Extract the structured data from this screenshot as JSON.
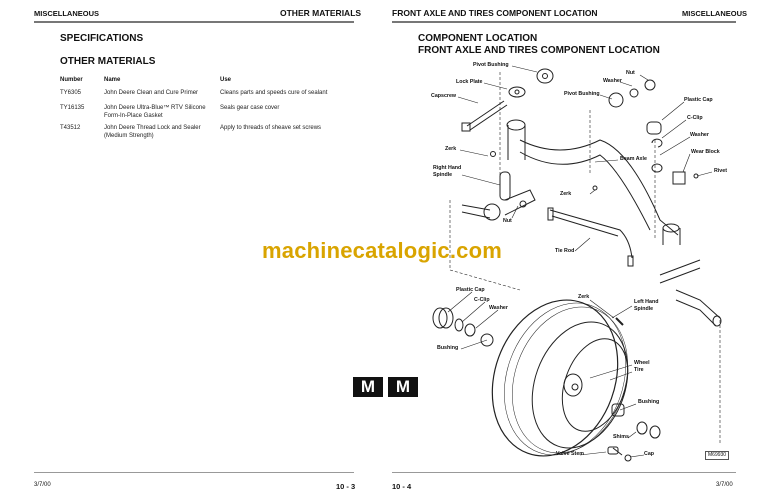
{
  "left_page": {
    "header_left": "MISCELLANEOUS",
    "header_right": "OTHER MATERIALS",
    "title": "SPECIFICATIONS",
    "subtitle": "OTHER MATERIALS",
    "table": {
      "headers": [
        "Number",
        "Name",
        "Use"
      ],
      "rows": [
        {
          "number": "TY6305",
          "name": "John Deere Clean and Cure Primer",
          "use": "Cleans parts and speeds cure of sealant"
        },
        {
          "number": "TY16135",
          "name": "John Deere Ultra-Blue™ RTV Silicone Form-In-Place Gasket",
          "use": "Seals gear case cover"
        },
        {
          "number": "T43512",
          "name": "John Deere Thread Lock and Sealer (Medium Strength)",
          "use": "Apply to threads of sheave set screws"
        }
      ]
    },
    "footer_date": "3/7/00",
    "page_number": "10 - 3"
  },
  "right_page": {
    "header_left": "FRONT AXLE AND TIRES COMPONENT LOCATION",
    "header_right": "MISCELLANEOUS",
    "title": "COMPONENT LOCATION",
    "subtitle": "FRONT AXLE AND TIRES COMPONENT LOCATION",
    "labels": {
      "pivot_bushing_1": "Pivot Bushing",
      "nut_1": "Nut",
      "lock_plate": "Lock Plate",
      "washer_1": "Washer",
      "capscrew": "Capscrew",
      "pivot_bushing_2": "Pivot Bushing",
      "plastic_cap_1": "Plastic Cap",
      "c_clip_1": "C-Clip",
      "washer_2": "Washer",
      "zerk_1": "Zerk",
      "wear_block": "Wear Block",
      "beam_axle": "Beam Axle",
      "rivet": "Rivet",
      "right_spindle_1": "Right Hand",
      "right_spindle_2": "Spindle",
      "zerk_2": "Zerk",
      "nut_2": "Nut",
      "tie_rod": "Tie Rod",
      "plastic_cap_2": "Plastic Cap",
      "zerk_3": "Zerk",
      "c_clip_2": "C-Clip",
      "washer_3": "Washer",
      "left_spindle_1": "Left Hand",
      "left_spindle_2": "Spindle",
      "bushing_1": "Bushing",
      "wheel": "Wheel",
      "tire": "Tire",
      "bushing_2": "Bushing",
      "shims": "Shims",
      "valve_stem": "Valve Stem",
      "cap": "Cap"
    },
    "figure_id": "M69930",
    "footer_date": "3/7/00",
    "page_number": "10 - 4"
  },
  "watermark": "machinecatalogic.com",
  "logo_letters": [
    "M",
    "M"
  ]
}
